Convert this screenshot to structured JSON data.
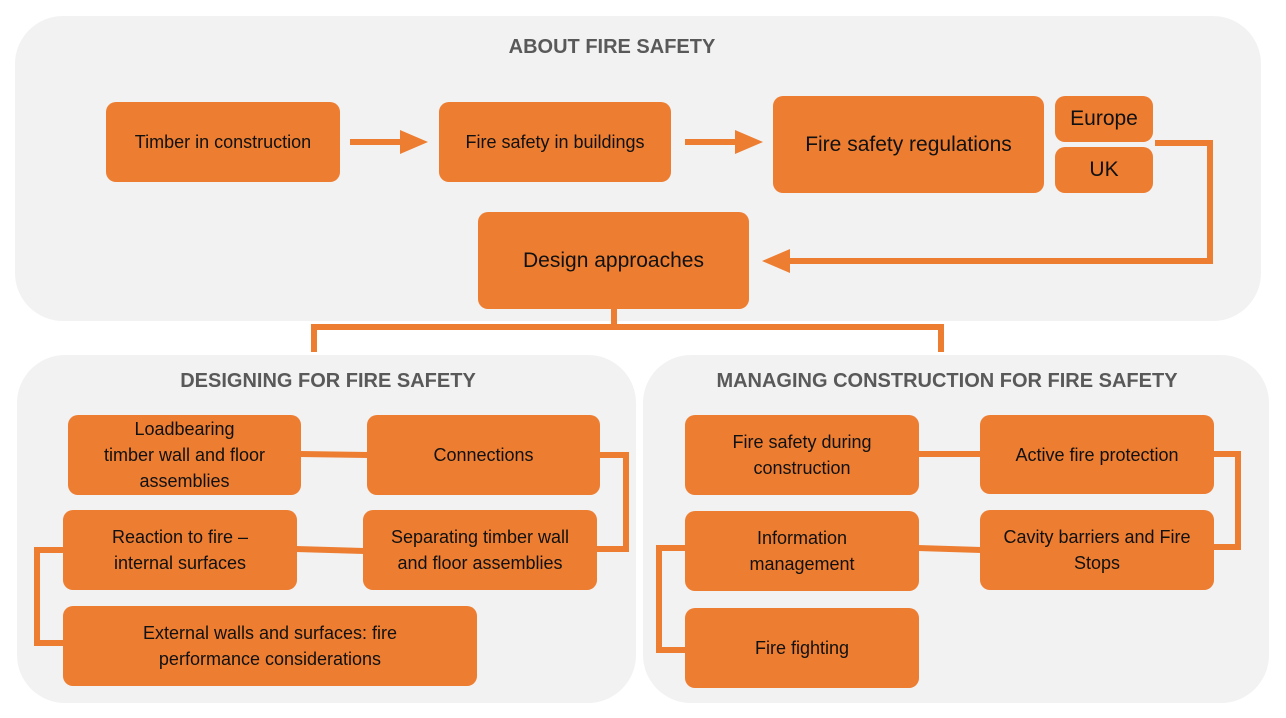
{
  "panels": {
    "about": {
      "title": "ABOUT FIRE SAFETY"
    },
    "designing": {
      "title": "DESIGNING FOR FIRE SAFETY"
    },
    "managing": {
      "title": "MANAGING CONSTRUCTION FOR FIRE SAFETY"
    }
  },
  "about_nodes": {
    "timber": "Timber in construction",
    "buildings": "Fire safety in buildings",
    "regulations": "Fire safety regulations",
    "europe": "Europe",
    "uk": "UK",
    "design": "Design approaches"
  },
  "designing_nodes": {
    "loadbearing": "Loadbearing\ntimber wall and floor\nassemblies",
    "connections": "Connections",
    "reaction": "Reaction to fire –\ninternal surfaces",
    "separating": "Separating timber wall\nand floor assemblies",
    "external": "External walls and surfaces: fire\nperformance considerations"
  },
  "managing_nodes": {
    "during": "Fire safety during\nconstruction",
    "active": "Active fire protection",
    "information": "Information\nmanagement",
    "cavity": "Cavity barriers and Fire\nStops",
    "fighting": "Fire fighting"
  },
  "colors": {
    "node_fill": "#ed7d31",
    "panel_fill": "#f2f2f2",
    "title_text": "#595959"
  }
}
